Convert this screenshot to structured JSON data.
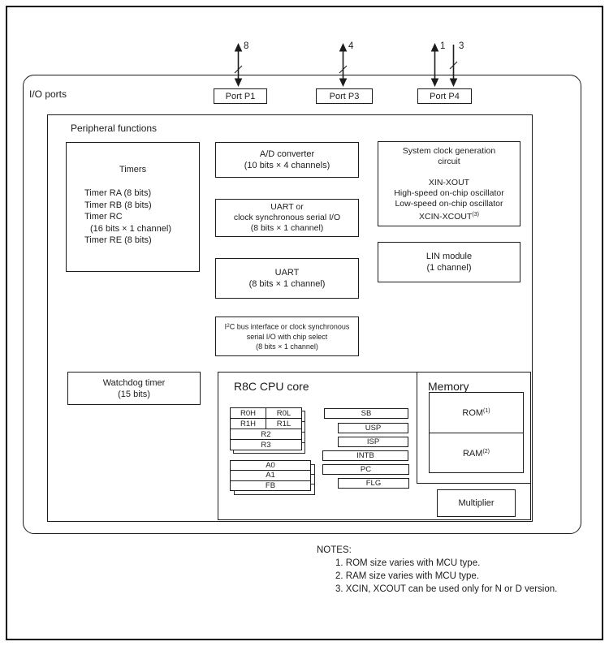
{
  "io_ports": {
    "label": "I/O ports"
  },
  "ports": {
    "p1": {
      "label": "Port P1",
      "bus": "8"
    },
    "p3": {
      "label": "Port P3",
      "bus": "4"
    },
    "p4": {
      "label": "Port P4",
      "bus_io": "1",
      "bus_in": "3"
    }
  },
  "peripheral": {
    "title": "Peripheral functions"
  },
  "timers": {
    "title": "Timers",
    "lines": [
      "Timer RA (8 bits)",
      "Timer RB (8 bits)",
      "Timer RC",
      "(16 bits × 1 channel)",
      "Timer RE (8 bits)"
    ]
  },
  "adc": {
    "line1": "A/D converter",
    "line2": "(10 bits × 4 channels)"
  },
  "uart_sync": {
    "line1": "UART or",
    "line2": "clock synchronous serial I/O",
    "line3": "(8 bits × 1 channel)"
  },
  "uart": {
    "line1": "UART",
    "line2": "(8 bits × 1 channel)"
  },
  "i2c": {
    "base": "I",
    "sup": "2",
    "line1_rest": "C bus interface or clock synchronous",
    "line2": "serial I/O with chip select",
    "line3": "(8 bits × 1 channel)"
  },
  "sysclock": {
    "line1": "System clock generation",
    "line2": "circuit",
    "line3": "XIN-XOUT",
    "line4": "High-speed on-chip oscillator",
    "line5": "Low-speed on-chip oscillator",
    "line6_base": "XCIN-XCOUT",
    "line6_sup": "(3)"
  },
  "lin": {
    "line1": "LIN module",
    "line2": "(1 channel)"
  },
  "watchdog": {
    "line1": "Watchdog timer",
    "line2": "(15 bits)"
  },
  "cpu": {
    "title": "R8C CPU core",
    "regfile": {
      "r0h": "R0H",
      "r0l": "R0L",
      "r1h": "R1H",
      "r1l": "R1L",
      "r2": "R2",
      "r3": "R3"
    },
    "addr": {
      "a0": "A0",
      "a1": "A1",
      "fb": "FB"
    },
    "ctrl": [
      "SB",
      "USP",
      "ISP",
      "INTB",
      "PC",
      "FLG"
    ]
  },
  "memory": {
    "title": "Memory",
    "rom_base": "ROM",
    "rom_sup": "(1)",
    "ram_base": "RAM",
    "ram_sup": "(2)"
  },
  "multiplier": {
    "label": "Multiplier"
  },
  "notes": {
    "title": "NOTES:",
    "items": [
      "1. ROM size varies with MCU type.",
      "2. RAM size varies with MCU type.",
      "3. XCIN, XCOUT can be used only for N or D version."
    ]
  }
}
